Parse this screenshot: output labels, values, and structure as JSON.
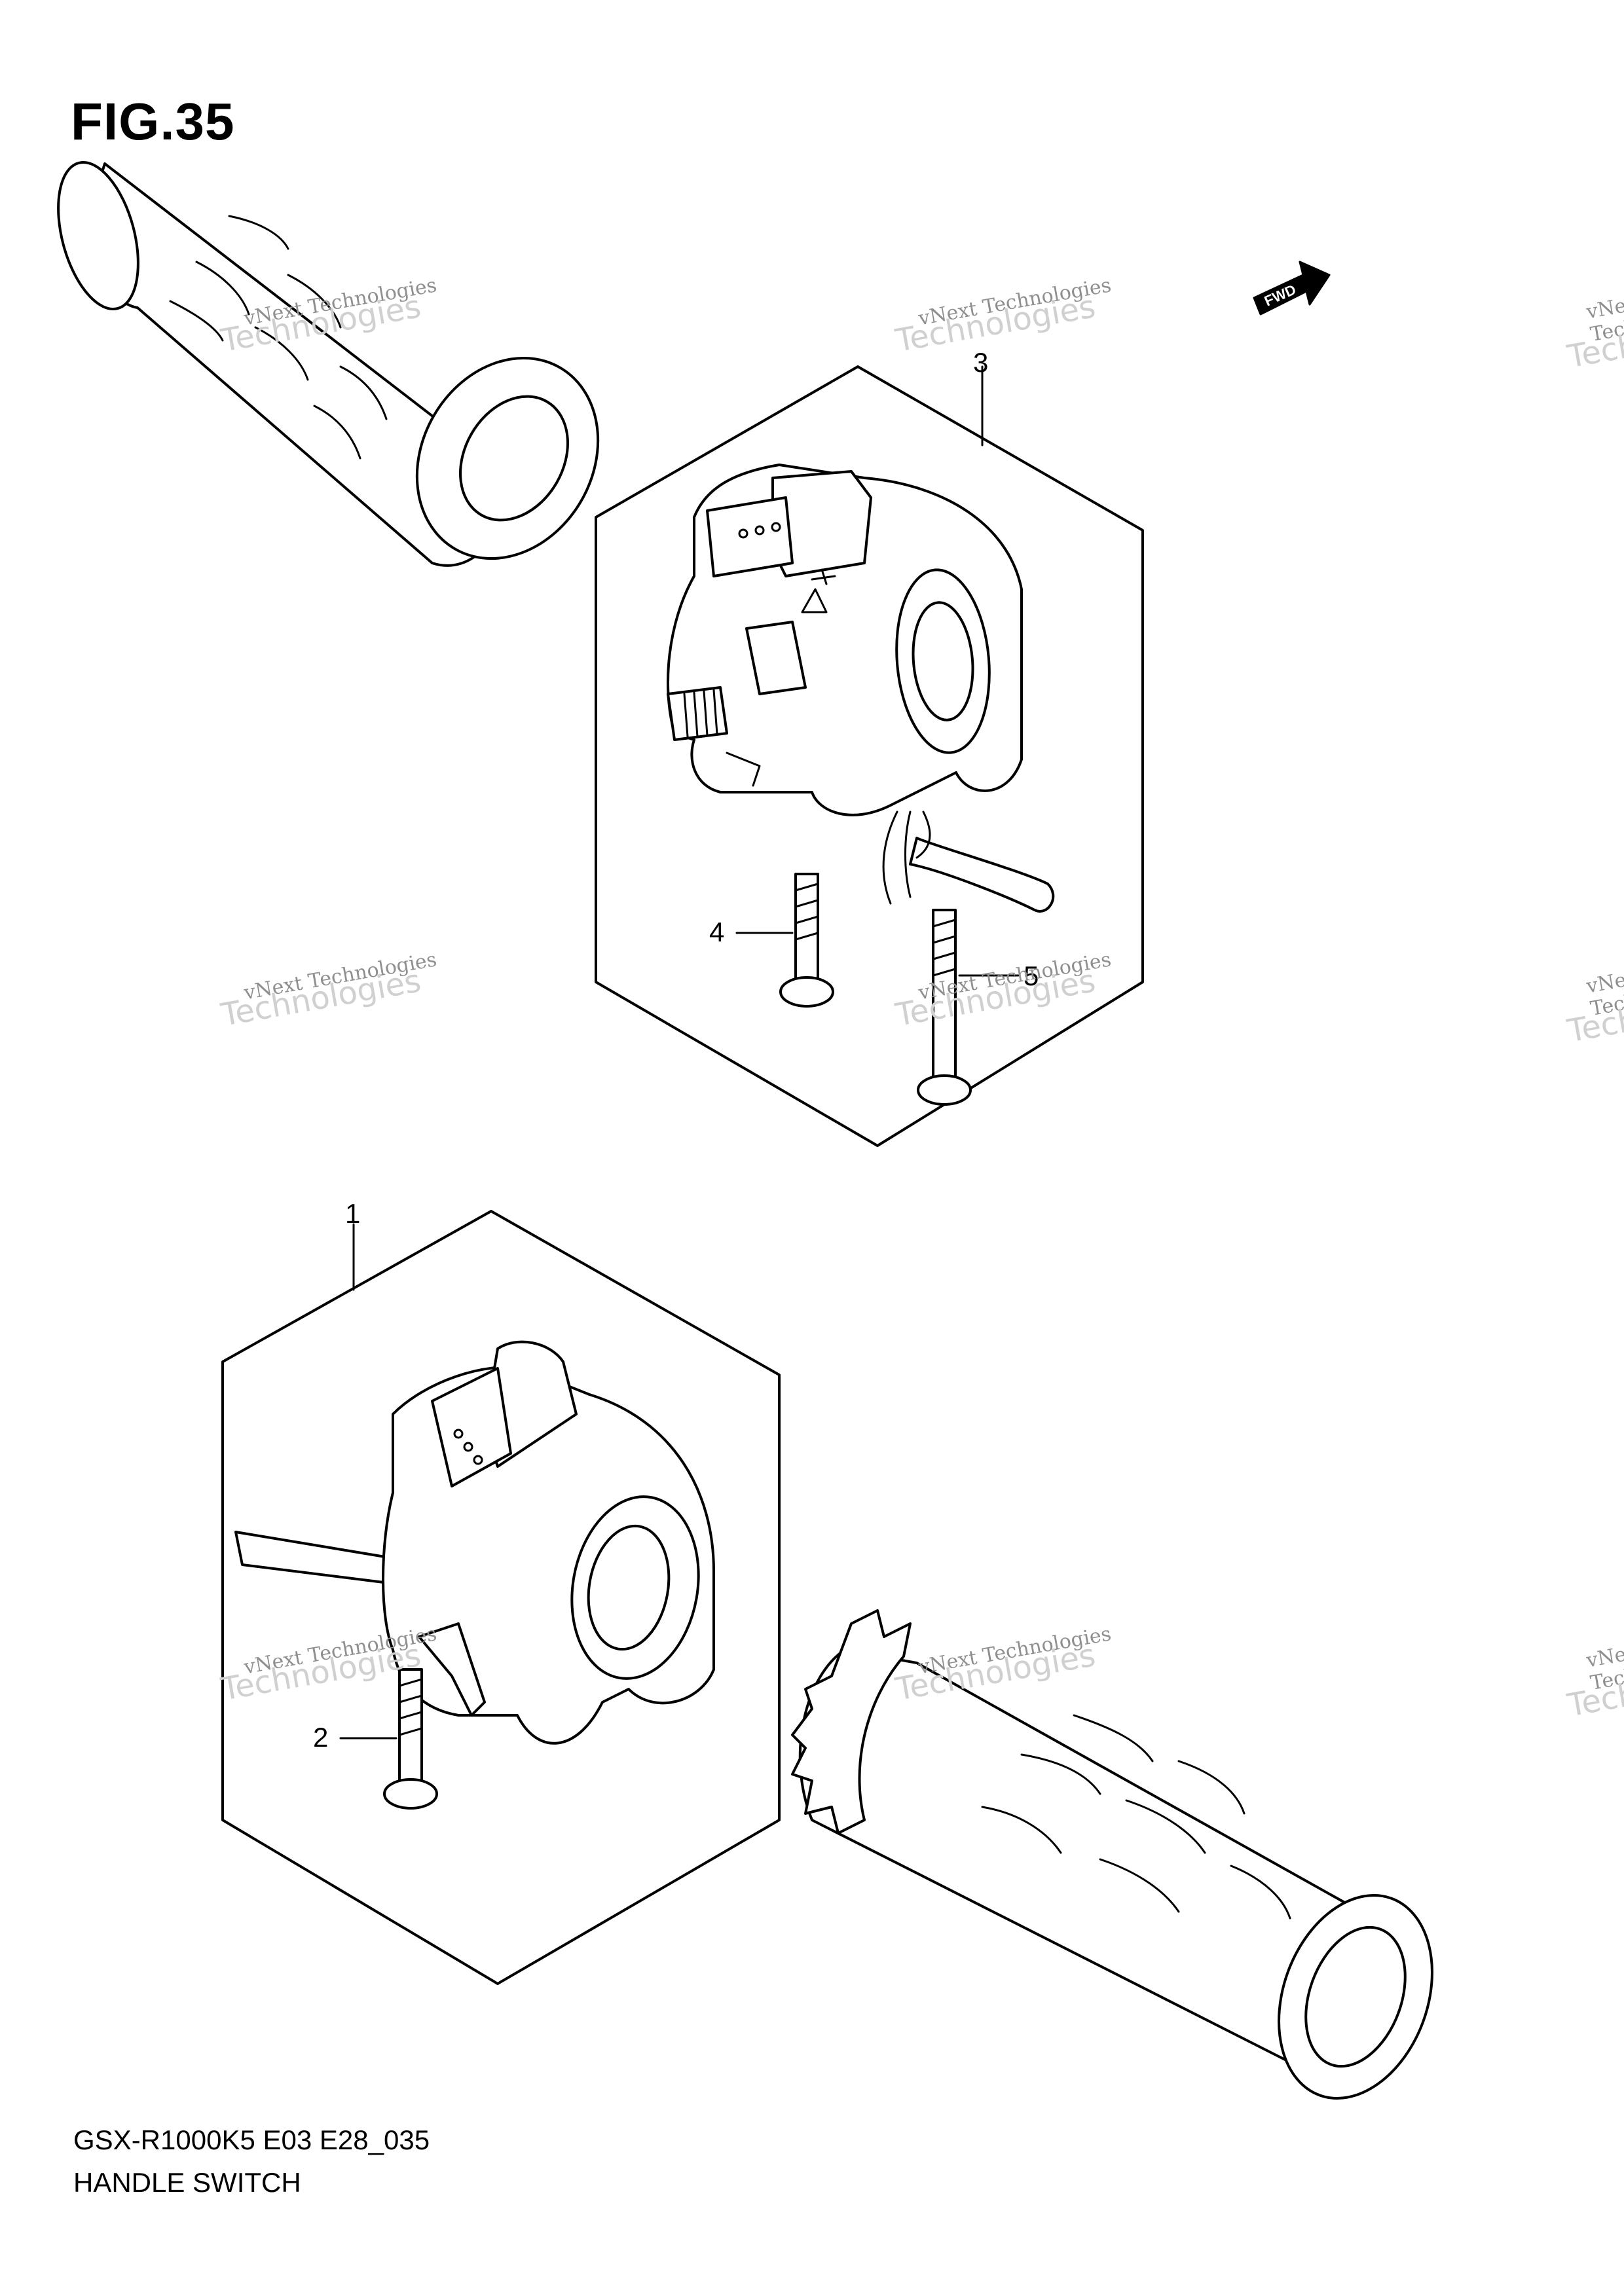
{
  "figure": {
    "title": "FIG.35",
    "model_code": "GSX-R1000K5 E03 E28_035",
    "caption": "HANDLE SWITCH"
  },
  "callouts": [
    {
      "id": "1",
      "text": "1"
    },
    {
      "id": "2",
      "text": "2"
    },
    {
      "id": "3",
      "text": "3"
    },
    {
      "id": "4",
      "text": "4"
    },
    {
      "id": "5",
      "text": "5"
    }
  ],
  "direction_marker": {
    "text": "FWD",
    "icon": "fwd-arrow-icon"
  },
  "watermark": {
    "line1": "vNext Technologies",
    "line2": "Technologies",
    "line3": "vNext"
  }
}
